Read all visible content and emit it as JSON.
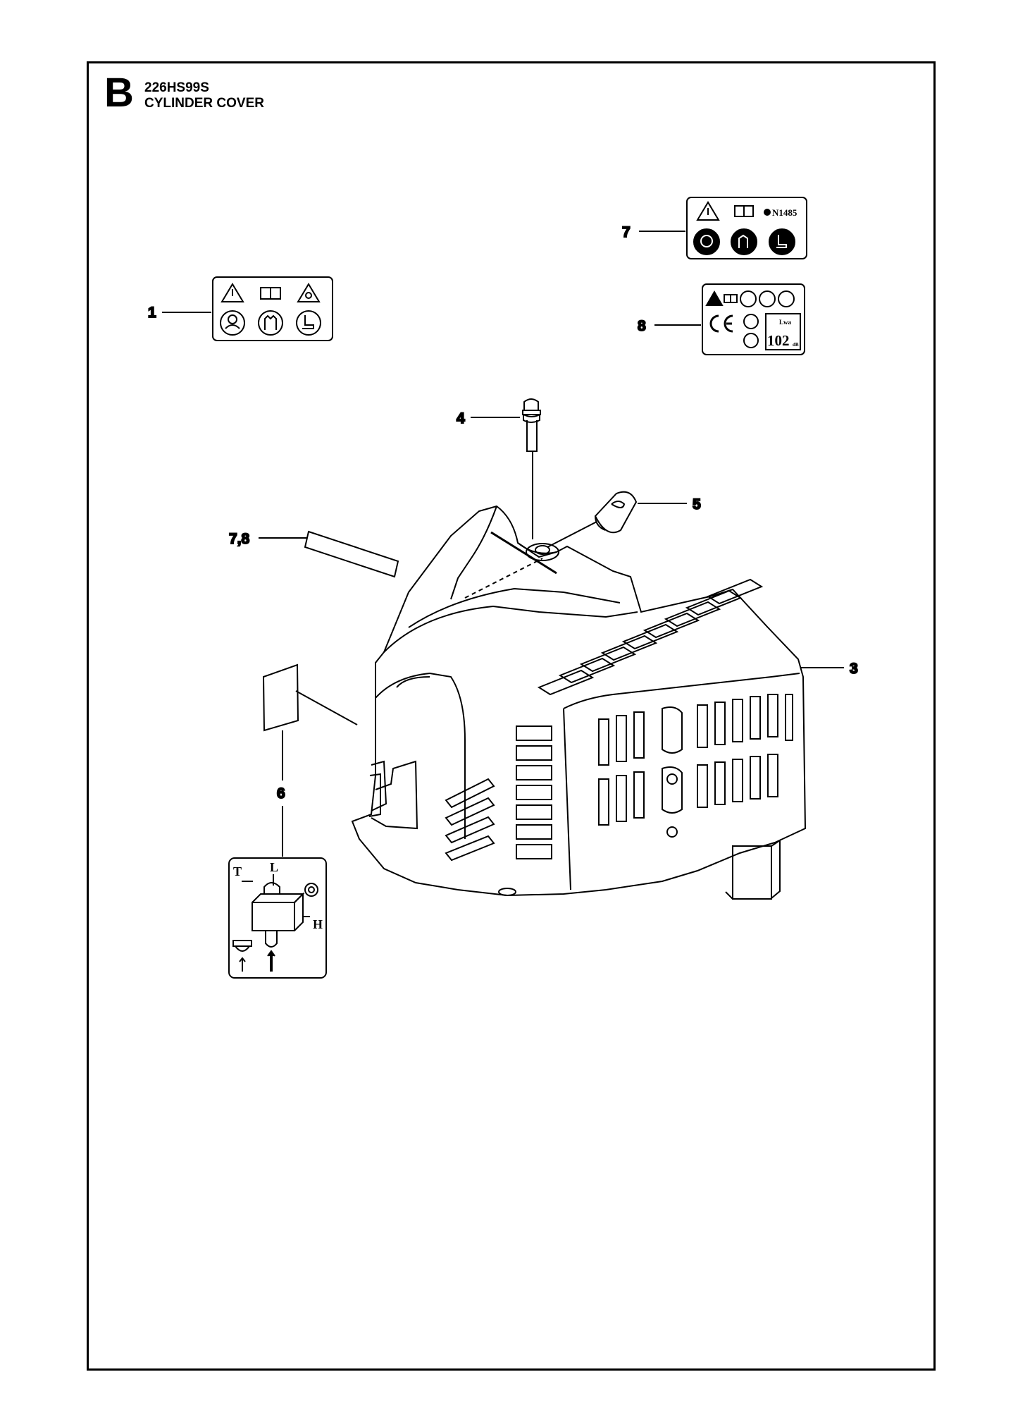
{
  "header": {
    "section_letter": "B",
    "model": "226HS99S",
    "title": "CYLINDER COVER"
  },
  "callouts": {
    "c1": "1",
    "c3": "3",
    "c4": "4",
    "c5": "5",
    "c6": "6",
    "c7": "7",
    "c78": "7,8",
    "c8": "8"
  },
  "decal_text": {
    "label7_standard": "N1485",
    "label8_noise_unit": "Lwa",
    "label8_noise_value": "102",
    "label8_db": "dB",
    "label6_t": "T",
    "label6_l": "L",
    "label6_h": "H"
  }
}
